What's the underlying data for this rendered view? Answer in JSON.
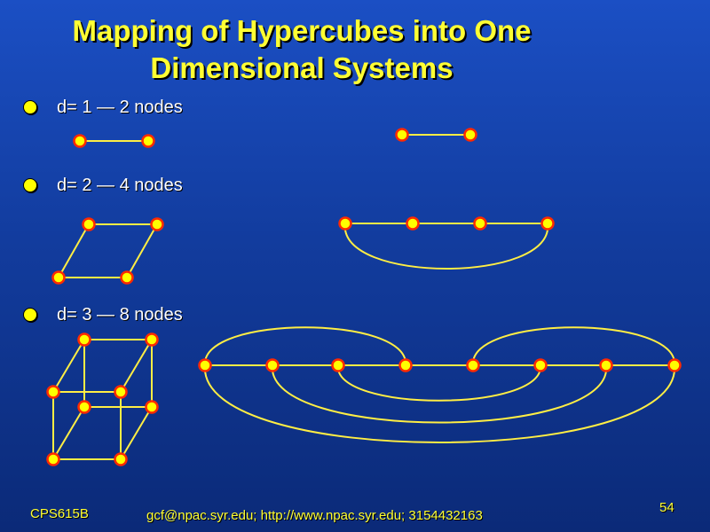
{
  "slide": {
    "title_line1": "Mapping of Hypercubes into One",
    "title_line2": "Dimensional Systems",
    "bullets": [
      {
        "label": "d= 1 — 2 nodes"
      },
      {
        "label": "d= 2 — 4 nodes"
      },
      {
        "label": "d= 3 — 8 nodes"
      }
    ],
    "footer": {
      "course": "CPS615B",
      "contact": "gcf@npac.syr.edu; http://www.npac.syr.edu; 3154432163",
      "page_number": "54"
    }
  },
  "colors": {
    "background_top": "#1b4fc4",
    "background_bottom": "#0b2a78",
    "title": "#ffff33",
    "node_fill": "#ffff00",
    "node_stroke": "#ff2a00",
    "edge": "#ffee44"
  }
}
